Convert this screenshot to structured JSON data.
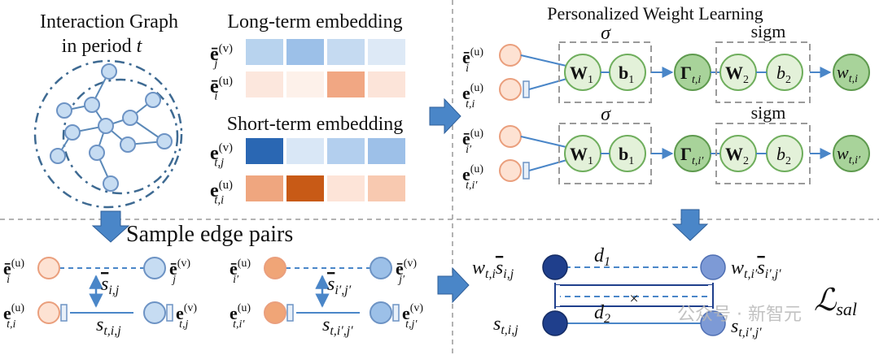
{
  "interaction": {
    "title_line1": "Interaction Graph",
    "title_line2": "in period",
    "period_symbol": "t"
  },
  "embeddings": {
    "long_term_label": "Long-term embedding",
    "short_term_label": "Short-term embedding",
    "rows": [
      {
        "label": "ē",
        "sup": "(v)",
        "sub": "j",
        "colors": [
          "#b8d3ee",
          "#9cc0e8",
          "#c5daf1",
          "#dde9f6"
        ]
      },
      {
        "label": "ē",
        "sup": "(u)",
        "sub": "i",
        "colors": [
          "#fce7dd",
          "#fdf1ea",
          "#f1a783",
          "#fce4d9"
        ]
      },
      {
        "label": "e",
        "sup": "(v)",
        "sub": "t,j",
        "colors": [
          "#2a67b3",
          "#d9e7f6",
          "#b3cfee",
          "#9dc0e8"
        ]
      },
      {
        "label": "e",
        "sup": "(u)",
        "sub": "t,i",
        "colors": [
          "#efa67f",
          "#c85a16",
          "#fde4d8",
          "#f8c9b0"
        ]
      }
    ]
  },
  "weight_learning": {
    "title": "Personalized Weight Learning",
    "sigma": "σ",
    "sigm": "sigm",
    "rows": [
      {
        "in_top": "ē",
        "in_top_sup": "(u)",
        "in_top_sub": "i",
        "in_bot": "e",
        "in_bot_sup": "(u)",
        "in_bot_sub": "t,i",
        "w1": "W",
        "w1_sub": "1",
        "b1": "b",
        "b1_sub": "1",
        "gamma": "Γ",
        "gamma_sub": "t,i",
        "w2": "W",
        "w2_sub": "2",
        "b2": "b",
        "b2_sub": "2",
        "out": "w",
        "out_sub": "t,i"
      },
      {
        "in_top": "ē",
        "in_top_sup": "(u)",
        "in_top_sub": "i′",
        "in_bot": "e",
        "in_bot_sup": "(u)",
        "in_bot_sub": "t,i′",
        "w1": "W",
        "w1_sub": "1",
        "b1": "b",
        "b1_sub": "1",
        "gamma": "Γ",
        "gamma_sub": "t,i′",
        "w2": "W",
        "w2_sub": "2",
        "b2": "b",
        "b2_sub": "2",
        "out": "w",
        "out_sub": "t,i′"
      }
    ]
  },
  "sample": {
    "title": "Sample edge pairs",
    "left": {
      "tl": "ē",
      "tl_sup": "(u)",
      "tl_sub": "i",
      "tr": "ē",
      "tr_sup": "(v)",
      "tr_sub": "j",
      "bl": "e",
      "bl_sup": "(u)",
      "bl_sub": "t,i",
      "br": "e",
      "br_sup": "(v)",
      "br_sub": "t,j",
      "s_bar": "s",
      "s_bar_sub": "i,j",
      "s": "s",
      "s_sub": "t,i,j"
    },
    "right": {
      "tl": "ē",
      "tl_sup": "(u)",
      "tl_sub": "i′",
      "tr": "ē",
      "tr_sup": "(v)",
      "tr_sub": "j′",
      "bl": "e",
      "bl_sup": "(u)",
      "bl_sub": "t,i′",
      "br": "e",
      "br_sup": "(v)",
      "br_sub": "t,j′",
      "s_bar": "s",
      "s_bar_sub": "i′,j′",
      "s": "s",
      "s_sub": "t,i′,j′"
    }
  },
  "loss": {
    "tl_w": "w",
    "tl_w_sub": "t,i",
    "tl_s": "s",
    "tl_s_sub": "i,j",
    "tr_w": "w",
    "tr_w_sub": "t,i′",
    "tr_s": "s",
    "tr_s_sub": "i′,j′",
    "bl_s": "s",
    "bl_s_sub": "t,i,j",
    "br_s": "s",
    "br_s_sub": "t,i′,j′",
    "d1": "d",
    "d1_sub": "1",
    "d2": "d",
    "d2_sub": "2",
    "cross": "×",
    "loss_symbol": "ℒ",
    "loss_sub": "sal",
    "watermark": "公众号 · 新智元"
  },
  "colors": {
    "blue_node": "#c6dcf2",
    "blue_stroke": "#6d93c4",
    "peach_node": "#fde2d3",
    "peach_stroke": "#ea9f7d",
    "orange_node": "#f0a577",
    "green_light": "#e3f1d9",
    "green_dark": "#a8d39a",
    "arrow_blue": "#4a86c8",
    "navy": "#1f3f8c",
    "mid_blue": "#7d9ad6",
    "dash_gray": "#9a9a9a"
  }
}
